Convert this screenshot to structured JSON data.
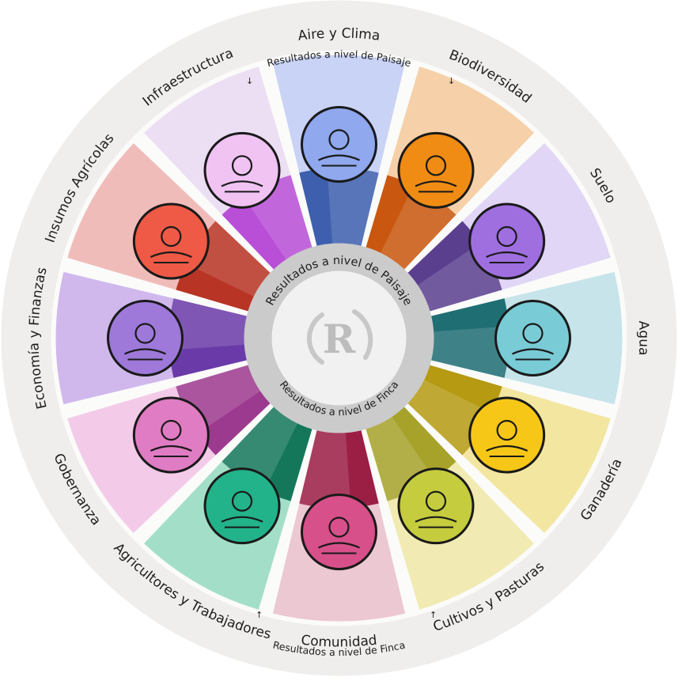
{
  "outer_labels": [
    "Aire y Clima",
    "Biodiversidad",
    "Suelo",
    "Agua",
    "Ganadería",
    "Cultivos y Pasturas",
    "Comunidad",
    "Agricultores y Trabajadores",
    "Gobernanza",
    "Economía y Finanzas",
    "Insumos Agrícolas",
    "Infraestructura"
  ],
  "band_labels": {
    "top": "Resultados a nivel de Paisaje",
    "bottom": "Resultados a nivel de Finca"
  },
  "ring_labels": {
    "top": "Resultados a nivel de Paisaje",
    "bottom": "Resultados a nivel de Finca"
  },
  "center_logo": "R",
  "sectors": [
    {
      "name": "Aire y Clima",
      "icon": "clouds-farm-icon",
      "pale": "#c9d3f5",
      "dark": "#3d5fae",
      "circle": "#8fa8ee"
    },
    {
      "name": "Biodiversidad",
      "icon": "trees-bird-bee-icon",
      "pale": "#f6d0a8",
      "dark": "#c9570f",
      "circle": "#f08c14"
    },
    {
      "name": "Suelo",
      "icon": "soil-organisms-icon",
      "pale": "#e1d6f5",
      "dark": "#5b3f8f",
      "circle": "#9f6fe0"
    },
    {
      "name": "Agua",
      "icon": "river-landscape-icon",
      "pale": "#c6e4ea",
      "dark": "#1f6e74",
      "circle": "#79cbd6"
    },
    {
      "name": "Ganadería",
      "icon": "cow-chicken-icon",
      "pale": "#f3e6a0",
      "dark": "#b59a12",
      "circle": "#f7c718"
    },
    {
      "name": "Cultivos y Pasturas",
      "icon": "crop-fields-icon",
      "pale": "#f1ebb3",
      "dark": "#a7a22a",
      "circle": "#c5cc3e"
    },
    {
      "name": "Comunidad",
      "icon": "market-people-icon",
      "pale": "#ecc8d2",
      "dark": "#9b1e45",
      "circle": "#d7508a"
    },
    {
      "name": "Agricultores y Trabajadores",
      "icon": "farmers-icon",
      "pale": "#a3dfc8",
      "dark": "#15775a",
      "circle": "#22b38a"
    },
    {
      "name": "Gobernanza",
      "icon": "meeting-table-icon",
      "pale": "#f3cbe9",
      "dark": "#9c3a8f",
      "circle": "#e07cc3"
    },
    {
      "name": "Economía y Finanzas",
      "icon": "finance-exchange-icon",
      "pale": "#d0b8ec",
      "dark": "#6a3ba8",
      "circle": "#9e79d9"
    },
    {
      "name": "Insumos Agrícolas",
      "icon": "seed-bag-icon",
      "pale": "#f0bcb9",
      "dark": "#b83424",
      "circle": "#ee5a46"
    },
    {
      "name": "Infraestructura",
      "icon": "farm-windmill-tractor-icon",
      "pale": "#ecdff4",
      "dark": "#b94fd6",
      "circle": "#f0c3f2"
    }
  ],
  "colors": {
    "outer_ring": "#efeeec",
    "band_ring": "#fbfbfa",
    "inner_ring": "#cbcbcb",
    "center": "#f1f1f1",
    "text": "#1e1e1e"
  }
}
